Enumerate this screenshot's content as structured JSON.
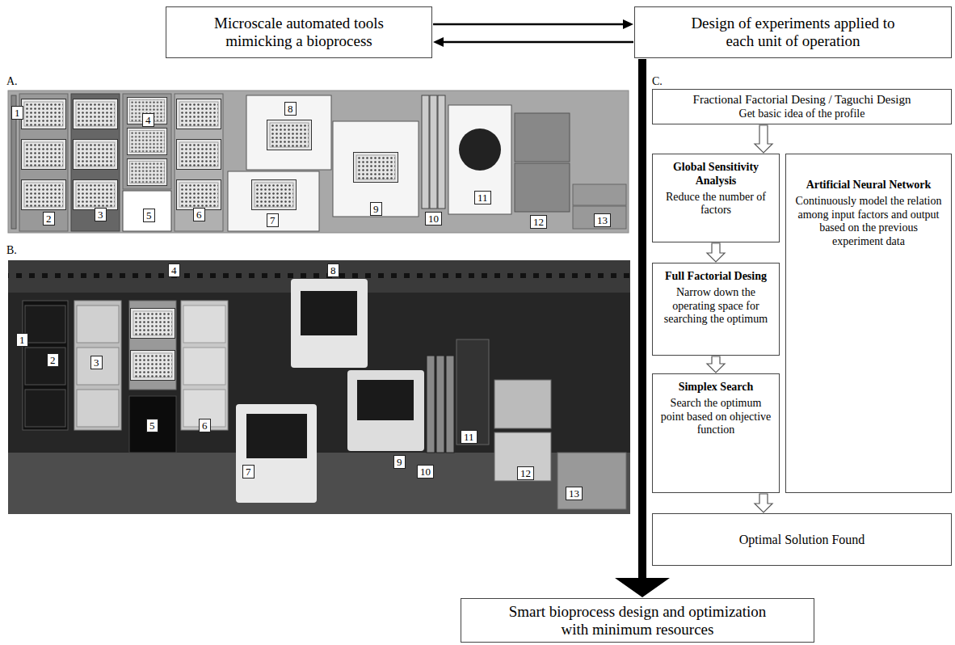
{
  "diagram": {
    "nodes": [
      {
        "text": [
          "Microscale automated tools mimicking a bioprocess"
        ]
      },
      {
        "text": [
          "Design of experiments applied to each unit of operation"
        ]
      },
      {
        "text": [
          "Fractional Factorial Desing / Taguchi Design",
          "Get basic idea of the profile"
        ]
      },
      {
        "text": [
          "Global Sensitivity Analysis",
          "Reduce the number of factors"
        ]
      },
      {
        "text": [
          "Full Factorial Desing",
          "Narrow down the operating space for searching the optimum"
        ]
      },
      {
        "text": [
          "Simplex Search",
          "Search the optimum point based on ohjective function"
        ]
      },
      {
        "text": [
          "Artificial Neural Network",
          "Continuously model the relation among input factors and output based on the previous experiment data"
        ]
      },
      {
        "text": [
          "Optimal Solution Found"
        ]
      },
      {
        "text": [
          "Smart bioprocess design and optimization with minimum resources"
        ]
      }
    ],
    "edges": [
      {
        "from": 0,
        "to": 1,
        "arrow": "to"
      },
      {
        "from": 1,
        "to": 0,
        "arrow": "to"
      },
      {
        "from": 2,
        "to": 3,
        "arrow": "to"
      },
      {
        "from": 3,
        "to": 4,
        "arrow": "to"
      },
      {
        "from": 4,
        "to": 5,
        "arrow": "to"
      },
      {
        "from": 5,
        "to": 7,
        "arrow": "to"
      },
      {
        "from": 1,
        "to": 8,
        "arrow": "to"
      }
    ],
    "labels": [
      "A.",
      "1",
      "2",
      "3",
      "4",
      "5",
      "6",
      "7",
      "8",
      "9",
      "10",
      "11",
      "12",
      "13",
      "B.",
      "1",
      "2",
      "3",
      "4",
      "5",
      "6",
      "7",
      "8",
      "9",
      "10",
      "11",
      "12",
      "13",
      "C."
    ]
  }
}
